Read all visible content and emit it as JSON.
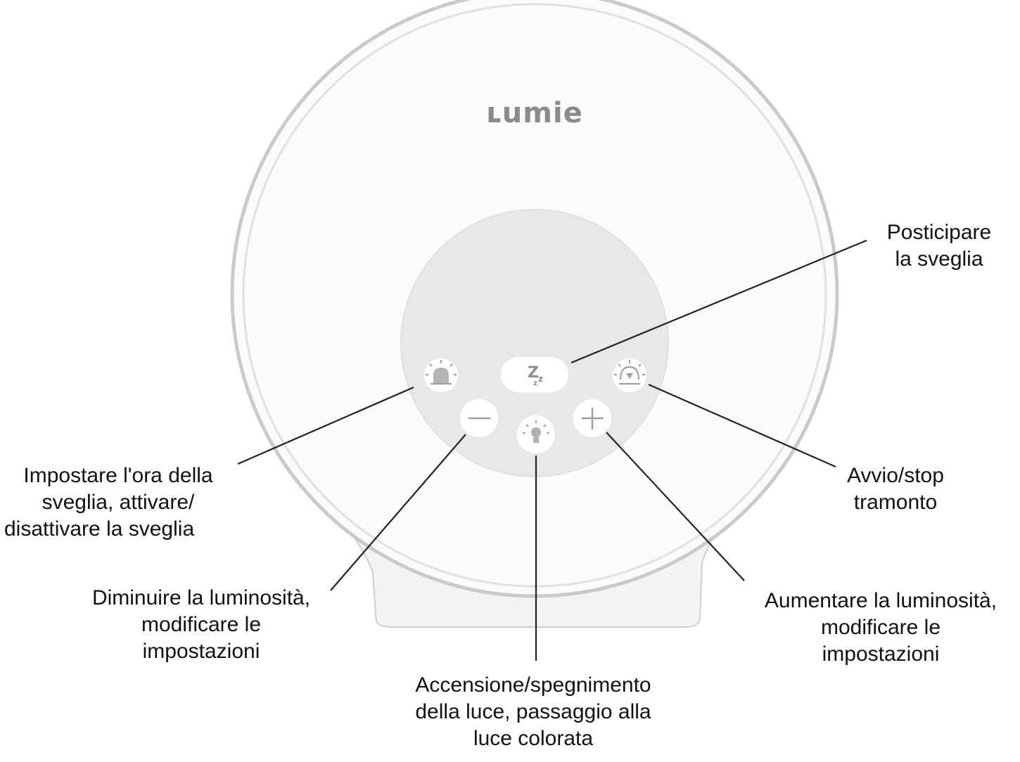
{
  "device": {
    "brand": "ʟumie",
    "colors": {
      "ring": "#cfcfcf",
      "body": "#f6f6f6",
      "panel": "#e6e6e6",
      "button": "#ffffff",
      "icon": "#a0a0a0",
      "line": "#222222"
    }
  },
  "buttons": [
    {
      "id": "alarm",
      "icon": "alarm-bell-icon"
    },
    {
      "id": "snooze",
      "icon": "snooze-zzz-icon",
      "glyph": "Zzz"
    },
    {
      "id": "sunset",
      "icon": "sunset-icon"
    },
    {
      "id": "minus",
      "icon": "minus-icon"
    },
    {
      "id": "light",
      "icon": "lightbulb-icon"
    },
    {
      "id": "plus",
      "icon": "plus-icon"
    }
  ],
  "labels": {
    "snooze": [
      "Posticipare",
      "la sveglia"
    ],
    "alarm": [
      "Impostare l'ora della",
      "sveglia, attivare/",
      "disattivare la sveglia"
    ],
    "sunset": [
      "Avvio/stop",
      "tramonto"
    ],
    "minus": [
      "Diminuire la luminosità,",
      "modificare le",
      "impostazioni"
    ],
    "plus": [
      "Aumentare la luminosità,",
      "modificare le",
      "impostazioni"
    ],
    "light": [
      "Accensione/spegnimento",
      "della luce, passaggio alla",
      "luce colorata"
    ]
  }
}
